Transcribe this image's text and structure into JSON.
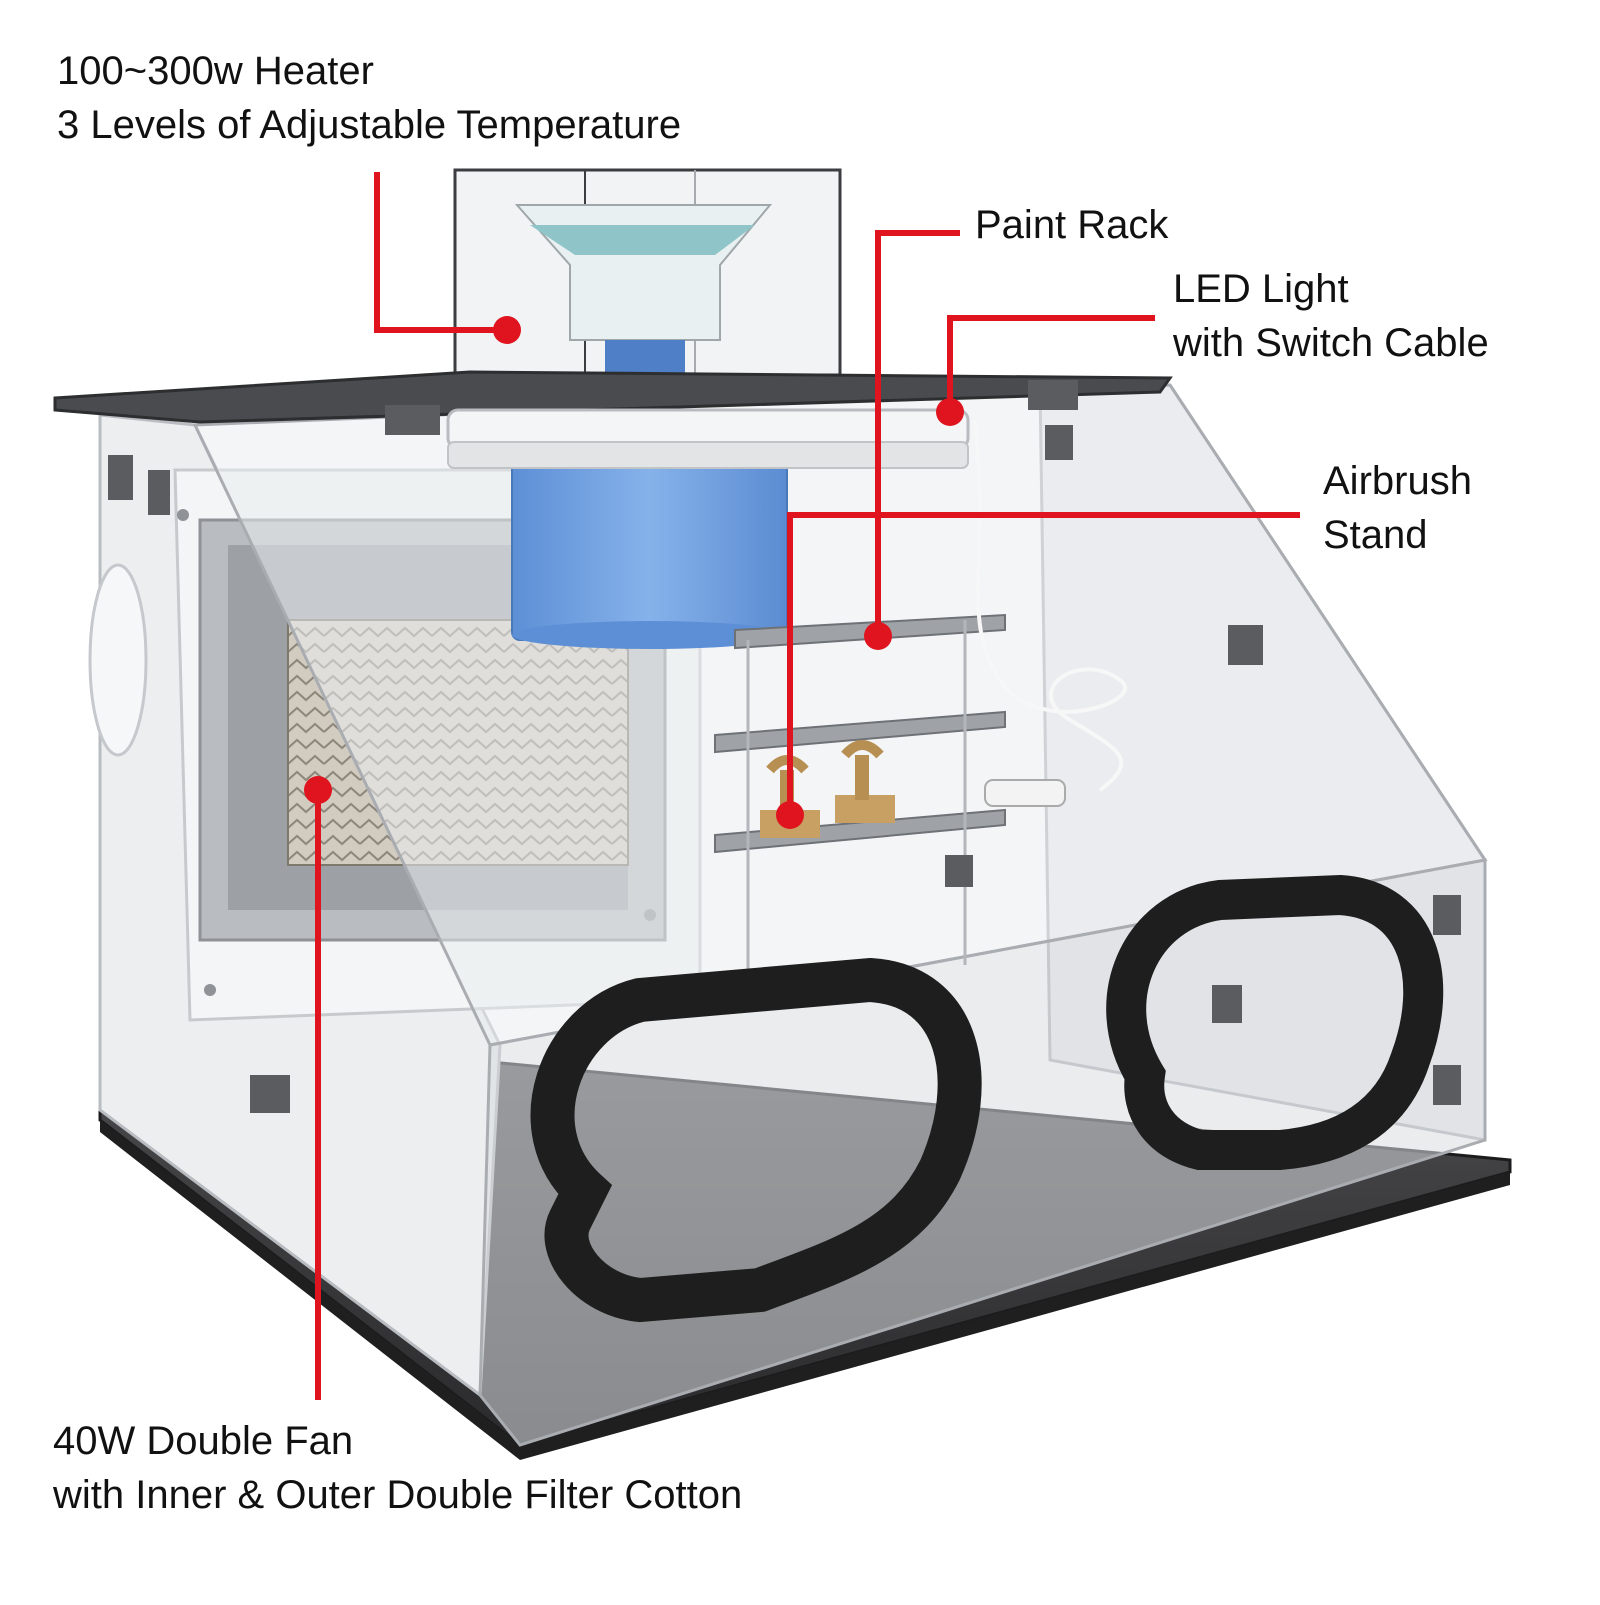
{
  "colors": {
    "callout": "#e0141e",
    "text": "#111111",
    "acrylic": "#dfe3e7",
    "base": "#3a3a3c",
    "blue": "#6f9fdc",
    "filter": "#c9c2b6",
    "wood": "#c9a063",
    "gasket": "#1e1e1e"
  },
  "callouts": {
    "heater": {
      "line1": "100~300w Heater",
      "line2": "3 Levels of Adjustable Temperature"
    },
    "paint_rack": {
      "line1": "Paint Rack"
    },
    "led_light": {
      "line1": "LED Light",
      "line2": "with Switch Cable"
    },
    "airbrush_stand": {
      "line1": "Airbrush",
      "line2": "Stand"
    },
    "fan": {
      "line1": "40W Double Fan",
      "line2": "with Inner & Outer Double Filter Cotton"
    }
  }
}
